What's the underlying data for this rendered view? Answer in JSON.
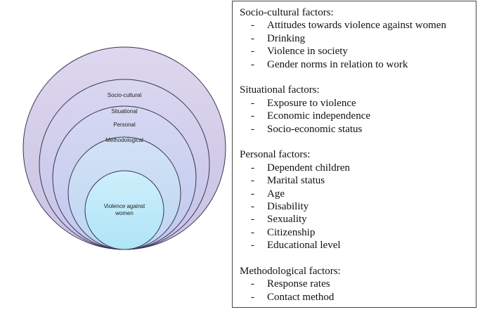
{
  "diagram": {
    "rings": [
      {
        "label": "Socio-cultural",
        "fill_top": "#ddd7ee",
        "fill_bottom": "#c9c2e2"
      },
      {
        "label": "Situational",
        "fill_top": "#d9d6f0",
        "fill_bottom": "#c5c3e8"
      },
      {
        "label": "Personal",
        "fill_top": "#d5d8f2",
        "fill_bottom": "#c0c9ee"
      },
      {
        "label": "Methodological",
        "fill_top": "#d3e2f5",
        "fill_bottom": "#bdd6f2"
      },
      {
        "label": "Violence against women",
        "fill_top": "#cfeefb",
        "fill_bottom": "#aee5f7"
      }
    ],
    "center_label_lines": [
      "Violence against",
      "women"
    ],
    "outline_color": "#3b3556"
  },
  "factors": {
    "groups": [
      {
        "title": "Socio-cultural factors:",
        "items": [
          "Attitudes towards violence against women",
          "Drinking",
          "Violence in society",
          "Gender norms in relation to work"
        ]
      },
      {
        "title": "Situational factors:",
        "items": [
          "Exposure to violence",
          "Economic independence",
          "Socio-economic status"
        ]
      },
      {
        "title": "Personal factors:",
        "items": [
          "Dependent children",
          "Marital status",
          "Age",
          "Disability",
          "Sexuality",
          "Citizenship",
          "Educational level"
        ]
      },
      {
        "title": "Methodological factors:",
        "items": [
          "Response rates",
          "Contact method"
        ]
      }
    ],
    "bullet": "-"
  }
}
